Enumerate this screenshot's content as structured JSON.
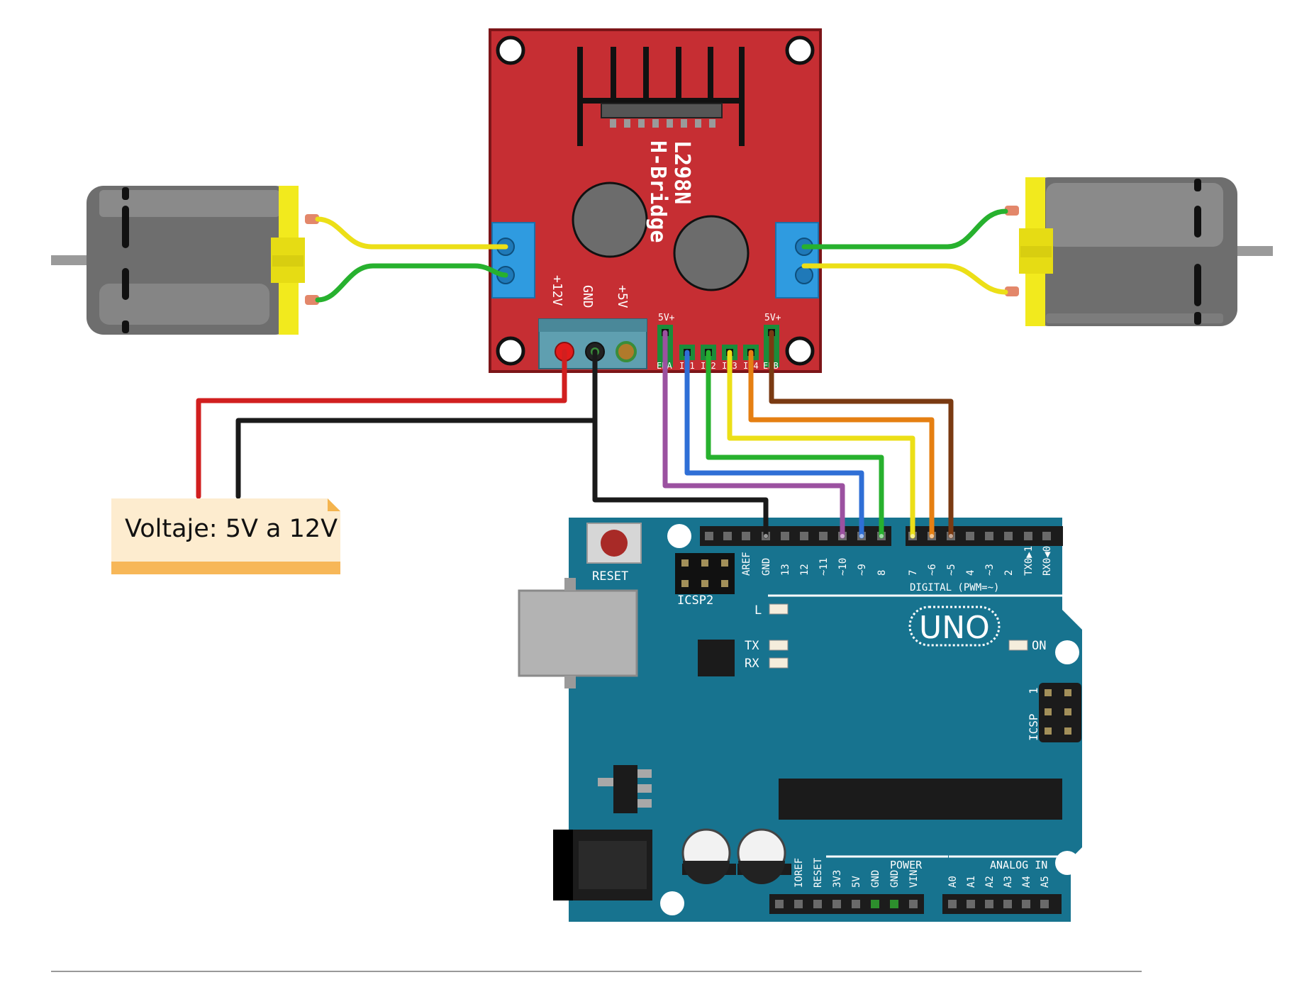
{
  "note": {
    "text": "Voltaje: 5V a 12V"
  },
  "hbridge": {
    "title_line1": "L298N",
    "title_line2": "H-Bridge",
    "power_labels": [
      "+12V",
      "GND",
      "+5V"
    ],
    "jumper_label": "5V+",
    "control_labels": [
      "ENA",
      "IN1",
      "IN2",
      "IN3",
      "IN4",
      "ENB"
    ]
  },
  "arduino": {
    "reset_label": "RESET",
    "icsp2_label": "ICSP2",
    "icsp_label": "ICSP",
    "icsp_pin1": "1",
    "digital_label": "DIGITAL (PWM=~)",
    "uno_label": "UNO",
    "led_l": "L",
    "led_tx": "TX",
    "led_rx": "RX",
    "led_on": "ON",
    "digital_pins": [
      "AREF",
      "GND",
      "13",
      "12",
      "~11",
      "~10",
      "~9",
      "8",
      "7",
      "~6",
      "~5",
      "4",
      "~3",
      "2",
      "TX0▶1",
      "RX0◀0"
    ],
    "power_label": "POWER",
    "power_pins": [
      "IOREF",
      "RESET",
      "3V3",
      "5V",
      "GND",
      "GND",
      "VIN"
    ],
    "analog_label": "ANALOG IN",
    "analog_pins": [
      "A0",
      "A1",
      "A2",
      "A3",
      "A4",
      "A5"
    ]
  },
  "colors": {
    "board_red": "#c62e33",
    "arduino_blue": "#17738f",
    "terminal_blue": "#2f9be0",
    "motor_gray": "#6e6e6e",
    "motor_cap_yellow": "#f2ea1d",
    "wire_red": "#d11f1f",
    "wire_black": "#1a1a1a",
    "wire_purple": "#9b51a0",
    "wire_blue": "#2f6fd6",
    "wire_green": "#27b12e",
    "wire_yellow": "#ecdf17",
    "wire_orange": "#e57f12",
    "wire_brown": "#7a3a12",
    "note_fill": "#fdeccf",
    "note_band": "#f7b758"
  }
}
